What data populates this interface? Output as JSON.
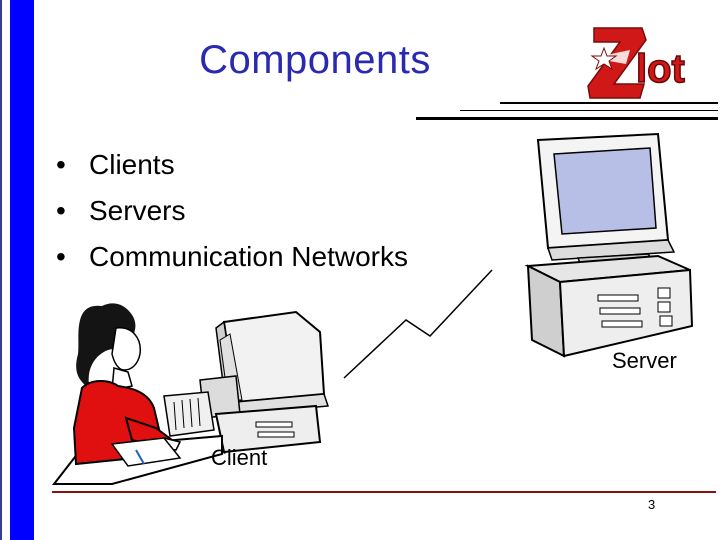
{
  "slide": {
    "title": "Components",
    "bullets": [
      "Clients",
      "Servers",
      "Communication Networks"
    ],
    "labels": {
      "server": "Server",
      "client": "Client"
    },
    "page_number": "3"
  },
  "logo": {
    "text": "lot",
    "initial": "Z"
  },
  "colors": {
    "title": "#2a2ab0",
    "left_bar": "#0000ff",
    "logo_red": "#d01818",
    "sweater_red": "#e01010",
    "footer_line": "#8a1010"
  },
  "icons": [
    "server-computer-icon",
    "client-computer-icon",
    "woman-at-desk-icon",
    "network-link-icon",
    "zlot-logo-icon"
  ]
}
